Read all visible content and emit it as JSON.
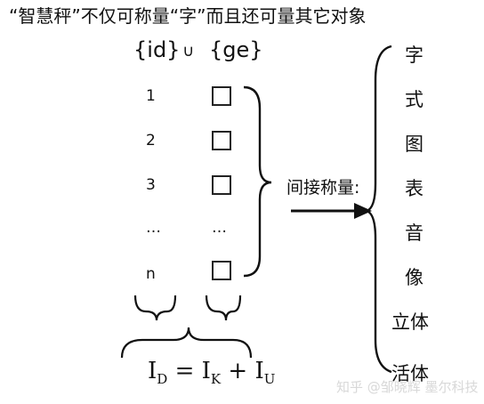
{
  "title": "“智慧秤”不仅可称量“字”而且还可量其它对象",
  "header": {
    "left": "{id}",
    "union": "∪",
    "right": "{ge}"
  },
  "rows": [
    "1",
    "2",
    "3",
    "…",
    "n"
  ],
  "ellipsis_right": "…",
  "label": "间接称量:",
  "objects": [
    "字",
    "式",
    "图",
    "表",
    "音",
    "像",
    "立体",
    "活体"
  ],
  "formula": {
    "lhs": "I",
    "lhs_sub": "D",
    "eq": "=",
    "t1": "I",
    "t1_sub": "K",
    "plus": "+",
    "t2": "I",
    "t2_sub": "U"
  },
  "watermark": "知乎 @邹晓辉 墨尔科技"
}
